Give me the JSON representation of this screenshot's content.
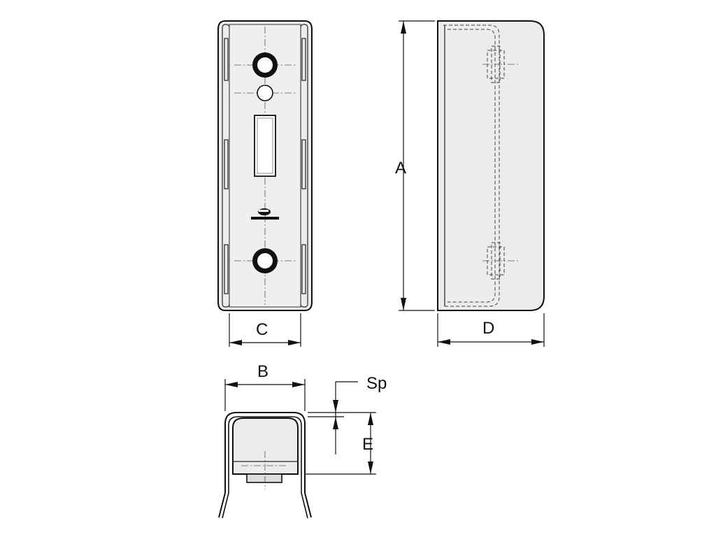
{
  "labels": {
    "A": "A",
    "B": "B",
    "C": "C",
    "D": "D",
    "E": "E",
    "Sp": "Sp"
  },
  "colors": {
    "line": "#111111",
    "fill": "#ececec",
    "background": "#ffffff"
  }
}
